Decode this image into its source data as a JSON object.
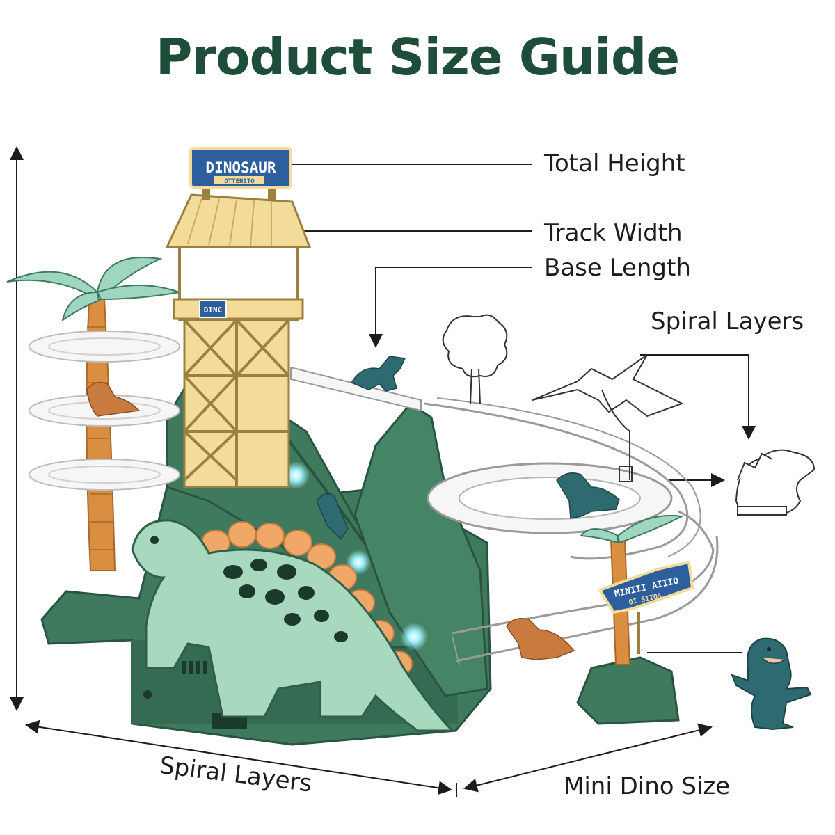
{
  "title": "Product Size Guide",
  "labels": {
    "total_height": "Total Height",
    "track_width": "Track Width",
    "base_length": "Base Length",
    "spiral_layers_right": "Spiral Layers",
    "spiral_layers_bottom": "Spiral Layers",
    "mini_dino_size": "Mini Dino Size"
  },
  "signs": {
    "top_sign_main": "DINOSAUR",
    "top_sign_sub": "OTTEHITO",
    "tower_sign": "DINC",
    "arrow_sign_main": "MINIII AIIIO",
    "arrow_sign_sub": "OI SIIOS"
  },
  "colors": {
    "title": "#1e4d3a",
    "base_green": "#3f7a5e",
    "dark_green": "#2f5f49",
    "mint": "#a8d9bf",
    "orange_plates": "#f0a868",
    "tower_yellow": "#f3dc9a",
    "track_white": "#f6f6f6",
    "sign_blue": "#2d5f9e",
    "dino_teal": "#2e6b70",
    "dino_orange": "#c97a3e"
  }
}
